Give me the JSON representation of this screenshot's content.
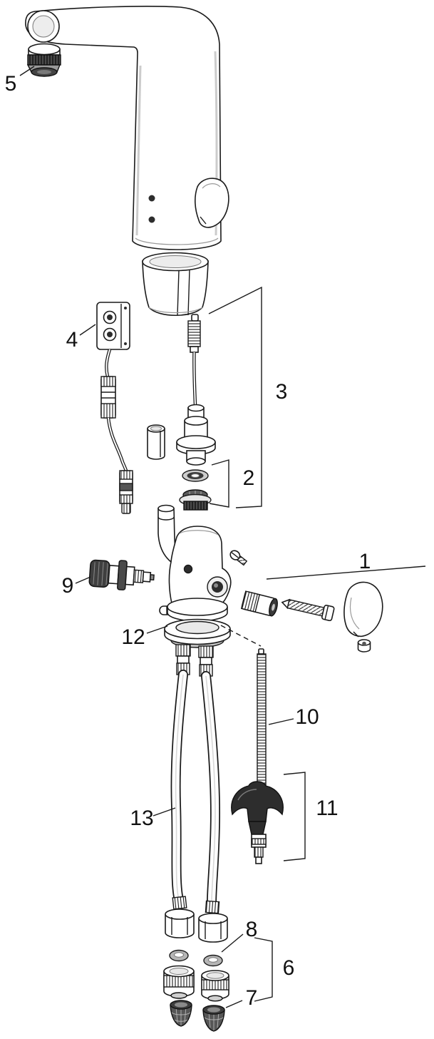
{
  "diagram": {
    "colors": {
      "background": "#ffffff",
      "line": "#1a1a1a",
      "dark_part": "#2d2d2d"
    },
    "labels": {
      "p1": "1",
      "p2": "2",
      "p3": "3",
      "p4": "4",
      "p5": "5",
      "p6": "6",
      "p7": "7",
      "p8": "8",
      "p9": "9",
      "p10": "10",
      "p11": "11",
      "p12": "12",
      "p13": "13"
    }
  }
}
